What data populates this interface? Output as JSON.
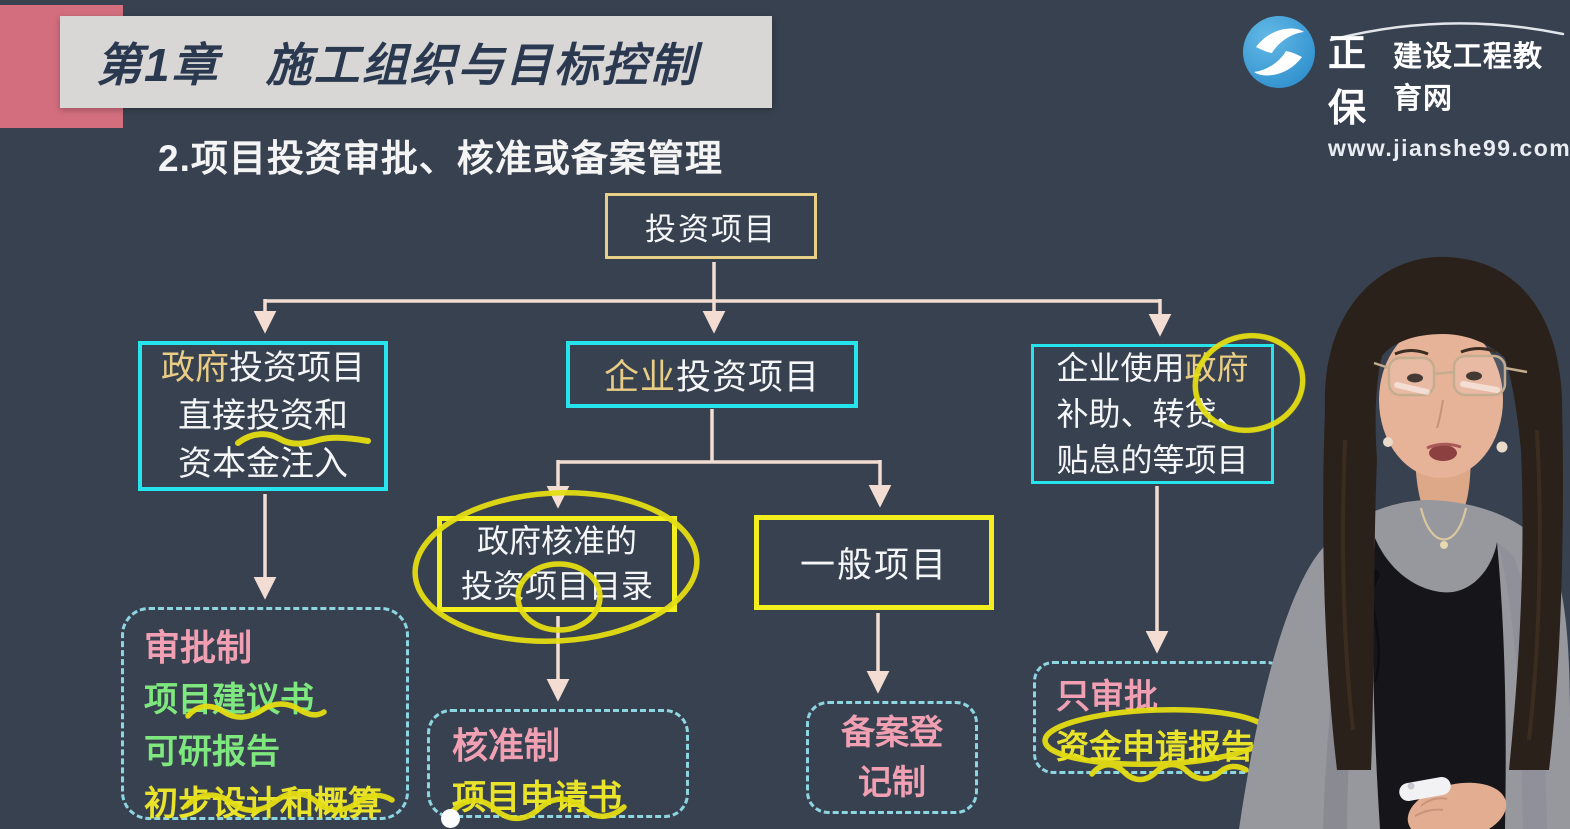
{
  "header": {
    "chapter": "第1章",
    "title": "施工组织与目标控制",
    "subtitle": "2.项目投资审批、核准或备案管理"
  },
  "logo": {
    "brand_strong": "正保",
    "brand_rest": "建设工程教育网",
    "website": "www.jianshe99.com"
  },
  "flowchart": {
    "root": "投资项目",
    "gov_branch": {
      "line1_hl": "政府",
      "line1_rest": "投资项目",
      "line2": "直接投资和",
      "line3": "资本金注入"
    },
    "ent_branch": {
      "hl": "企业",
      "rest": "投资项目"
    },
    "gov_fund_branch": {
      "line1_pre": "企业使用",
      "line1_hl": "政府",
      "line2": "补助、转贷、",
      "line3": "贴息的等项目"
    },
    "catalog": {
      "line1": "政府核准的",
      "line2": "投资项目目录"
    },
    "general": "一般项目",
    "approval": {
      "title": "审批制",
      "item1": "项目建议书",
      "item2": "可研报告",
      "item3": "初步设计和概算"
    },
    "verification": {
      "title": "核准制",
      "item1": "项目申请书"
    },
    "filing": {
      "line1": "备案登",
      "line2": "记制"
    },
    "fund_approval": {
      "title": "只审批",
      "item1": "资金申请报告"
    }
  },
  "colors": {
    "background": "#38414f",
    "banner_bg": "#d8d7d6",
    "banner_text": "#2b3950",
    "accent_pink": "#d26e7e",
    "cyan_border": "#27e3eb",
    "yellow_border": "#f3ef1e",
    "khaki_border": "#e7cf85",
    "dashed_border": "#8ed5e2",
    "arrow": "#f3ddd2",
    "marker_yellow": "#e4de14",
    "text_pink": "#f0a0b2",
    "text_green": "#7ee87e",
    "text_yellow": "#e9e32a",
    "text_gold": "#eacd84",
    "logo_blue": "#3d9fd8"
  }
}
